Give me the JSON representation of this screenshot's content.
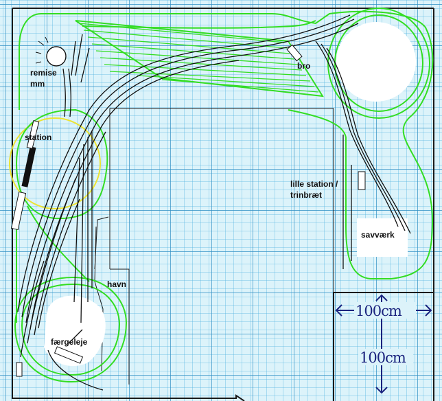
{
  "labels": {
    "remise": "remise",
    "mm": "mm",
    "station": "station",
    "bro": "bro",
    "lille_station_1": "lille station /",
    "lille_station_2": "trinbræt",
    "savvaerk": "savværk",
    "havn": "havn",
    "faergeleje": "færgeleje"
  },
  "scale": {
    "horizontal": "100cm",
    "vertical": "100cm"
  },
  "colors": {
    "paper": "#dcf3fa",
    "grid": "#55b4e0",
    "grid_major": "#2f8fc4",
    "track": "#111111",
    "route": "#33dd22",
    "station_highlight": "#ece433",
    "scale_ink": "#1a237e"
  }
}
